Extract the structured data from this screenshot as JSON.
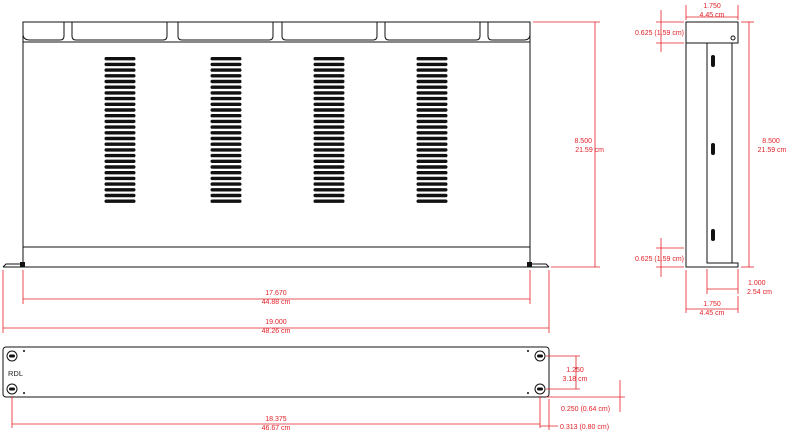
{
  "colors": {
    "dimension": "#e21f26",
    "outline": "#111111",
    "background": "#ffffff"
  },
  "top_view": {
    "slot_columns": 4,
    "slots_per_column": 26,
    "dim_width_inner": {
      "in": "17.670",
      "cm": "44.88 cm"
    },
    "dim_width_total": {
      "in": "19.000",
      "cm": "48.26 cm"
    },
    "dim_depth": {
      "in": "8.500",
      "cm": "21.59 cm"
    }
  },
  "side_view": {
    "dim_top_width": {
      "in": "1.750",
      "cm": "4.45 cm"
    },
    "dim_top_lip": {
      "text": "0.625 (1.59 cm)"
    },
    "dim_depth": {
      "in": "8.500",
      "cm": "21.59 cm"
    },
    "dim_bottom_lip": {
      "text": "0.625 (1.59 cm)"
    },
    "dim_foot": {
      "in": "1.000",
      "cm": "2.54 cm"
    },
    "dim_bottom_width": {
      "in": "1.750",
      "cm": "4.45 cm"
    }
  },
  "front_view": {
    "brand_label": "RDL",
    "dim_hole_spacing_vertical": {
      "in": "1.250",
      "cm": "3.18 cm"
    },
    "dim_hole_offset_vertical": {
      "text": "0.250 (0.64 cm)"
    },
    "dim_hole_offset_horizontal": {
      "text": "0.313 (0.80 cm)"
    },
    "dim_hole_spacing_horizontal": {
      "in": "18.375",
      "cm": "46.67 cm"
    }
  }
}
